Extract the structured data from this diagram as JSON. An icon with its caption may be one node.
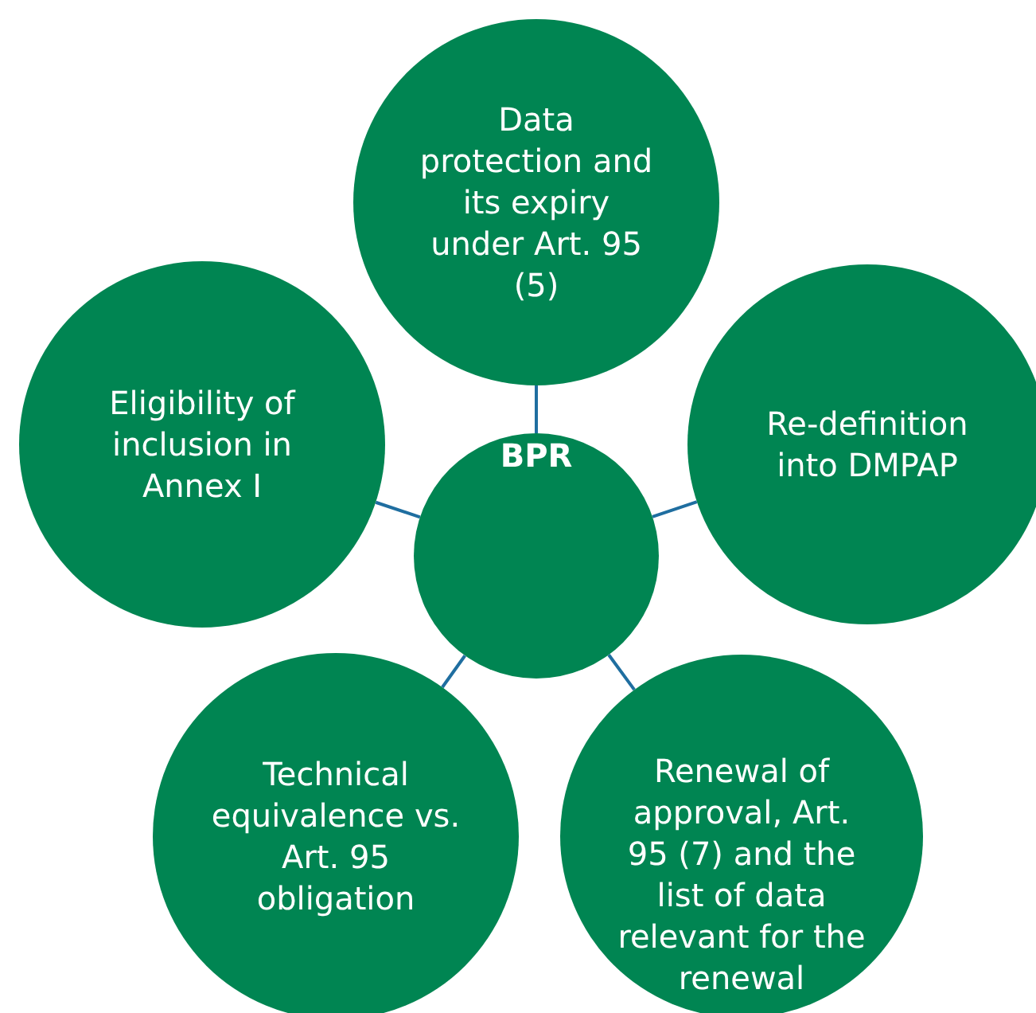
{
  "diagram": {
    "nodes": [
      {
        "text": [
          "Data protection and its expiry under Art. 95 (5)"
        ]
      },
      {
        "text": [
          "Eligibility of inclusion in Annex I"
        ]
      },
      {
        "text": [
          "BPR"
        ]
      },
      {
        "text": [
          "Re-definition into DMPAP"
        ]
      },
      {
        "text": [
          "Technical equivalence vs. Art. 95 obligation"
        ]
      },
      {
        "text": [
          "Renewal of approval, Art. 95 (7) and the list of data relevant for the renewal"
        ]
      }
    ],
    "edges": [
      {
        "from": 2,
        "to": 0,
        "arrow": "none"
      },
      {
        "from": 2,
        "to": 1,
        "arrow": "none"
      },
      {
        "from": 2,
        "to": 3,
        "arrow": "none"
      },
      {
        "from": 2,
        "to": 4,
        "arrow": "none"
      },
      {
        "from": 2,
        "to": 5,
        "arrow": "none"
      }
    ]
  }
}
